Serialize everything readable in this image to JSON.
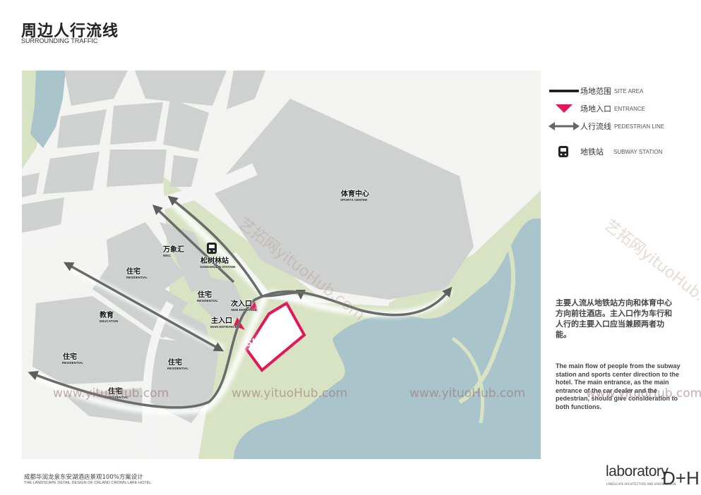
{
  "header": {
    "title_zh": "周边人行流线",
    "title_en": "SURROUNDING TRAFFIC"
  },
  "legend": [
    {
      "icon": "site-area-line",
      "zh": "场地范围",
      "en": "SITE AREA"
    },
    {
      "icon": "entrance-triangle-icon",
      "zh": "场地入口",
      "en": "ENTRANCE"
    },
    {
      "icon": "pedestrian-arrow-icon",
      "zh": "人行流线",
      "en": "PEDESTRIAN LINE"
    },
    {
      "icon": "subway-icon",
      "zh": "地铁站",
      "en": "SUBWAY STATION"
    }
  ],
  "map": {
    "site_label": "SITE",
    "labels": [
      {
        "zh": "体育中心",
        "en": "SPORTS CENTER"
      },
      {
        "zh": "万象汇",
        "en": "MIXC"
      },
      {
        "zh": "松树林站",
        "en": "SONGSHULIN STATION"
      },
      {
        "zh": "住宅",
        "en": "RESIDENTIAL"
      },
      {
        "zh": "住宅",
        "en": "RESIDENTIAL"
      },
      {
        "zh": "次入口",
        "en": "SIDE ENTRANCE"
      },
      {
        "zh": "主入口",
        "en": "MAIN ENTRANCE"
      },
      {
        "zh": "教育",
        "en": "EDUCATION"
      },
      {
        "zh": "住宅",
        "en": "RESIDENTIAL"
      },
      {
        "zh": "住宅",
        "en": "RESIDENTIAL"
      },
      {
        "zh": "住宅",
        "en": "RESIDENTIAL"
      }
    ]
  },
  "description": {
    "zh": "主要人流从地铁站方向和体育中心方向前往酒店。主入口作为车行和人行的主要入口应当兼顾两者功能。",
    "en": "The main flow of people from the subway station and sports center direction to the hotel. The main entrance, as the main entrance of the car dealer and the pedestrian, should give consideration to both functions."
  },
  "watermark": {
    "text": "www.yituoHub.com",
    "diag": "艺拓网yituoHub.com"
  },
  "footer": {
    "zh": "成都华润龙泉东安湖酒店景观100%方案设计",
    "en": "THE LANDSCAPE  DETAIL DESIGN OF CRLAND CROWN LAKE HOTEL"
  },
  "brand": {
    "name": "laboratory",
    "mark": "D+H",
    "sub": "LANDSCAPE ARCHITECTURE AND URBAN DESIGN"
  },
  "colors": {
    "site": "#e0185a",
    "water": "#a9c4ca",
    "green": "#d6e2c0",
    "block": "#cfd0d0",
    "road": "#f4f4f4",
    "arrow": "#6b6b6b"
  }
}
